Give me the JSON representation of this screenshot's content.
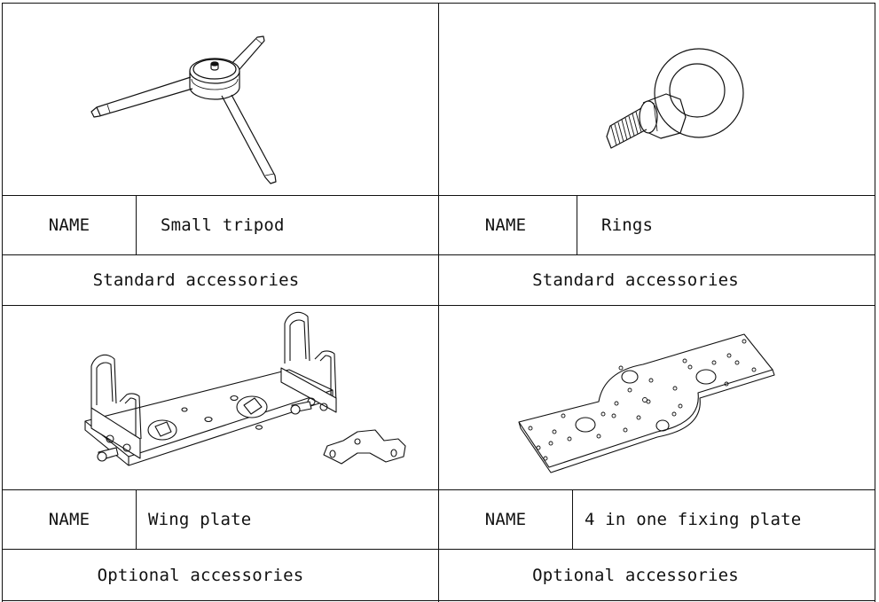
{
  "accessories": [
    {
      "name_label": "NAME",
      "name": "Small tripod",
      "category": "Standard accessories",
      "illustration": "small-tripod-drawing"
    },
    {
      "name_label": "NAME",
      "name": "Rings",
      "category": "Standard accessories",
      "illustration": "eye-bolt-ring-drawing"
    },
    {
      "name_label": "NAME",
      "name": "Wing plate",
      "category": "Optional accessories",
      "illustration": "wing-plate-drawing"
    },
    {
      "name_label": "NAME",
      "name": "4 in one fixing plate",
      "category": "Optional accessories",
      "illustration": "fixing-plate-drawing"
    }
  ]
}
